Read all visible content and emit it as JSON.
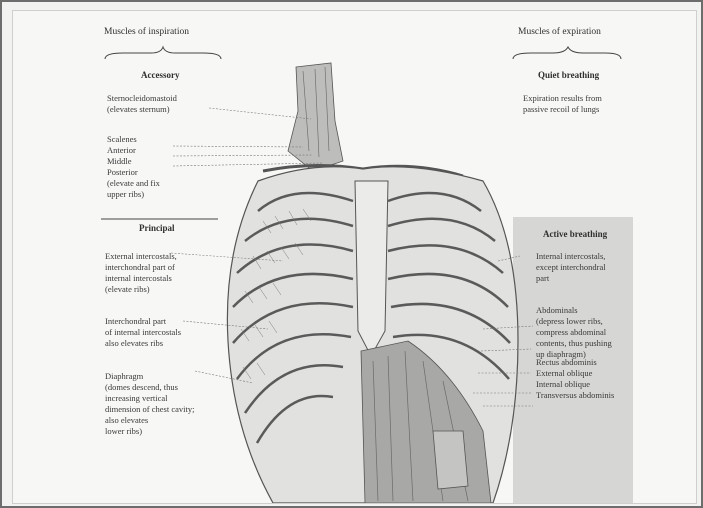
{
  "headers": {
    "inspiration": "Muscles of inspiration",
    "expiration": "Muscles of expiration"
  },
  "sections": {
    "accessory": {
      "heading": "Accessory",
      "items": [
        "Sternocleidomastoid\n(elevates sternum)",
        "Scalenes\n  Anterior\n  Middle\n  Posterior\n(elevate and fix\nupper ribs)"
      ]
    },
    "quiet": {
      "heading": "Quiet breathing",
      "items": [
        "Expiration results from\npassive recoil of lungs"
      ]
    },
    "principal": {
      "heading": "Principal",
      "items": [
        "External intercostals,\ninterchondral part of\ninternal intercostals\n(elevate ribs)",
        "Interchondral part\nof internal intercostals\nalso elevates ribs",
        "Diaphragm\n(domes descend, thus\nincreasing vertical\ndimension of chest cavity;\nalso elevates\nlower ribs)"
      ]
    },
    "active": {
      "heading": "Active breathing",
      "items": [
        "Internal intercostals,\nexcept interchondral\npart",
        "Abdominals\n(depress lower ribs,\ncompress abdominal\ncontents, thus pushing\nup diaphragm)",
        "Rectus abdominis\nExternal oblique\nInternal oblique\nTransversus abdominis"
      ]
    }
  }
}
